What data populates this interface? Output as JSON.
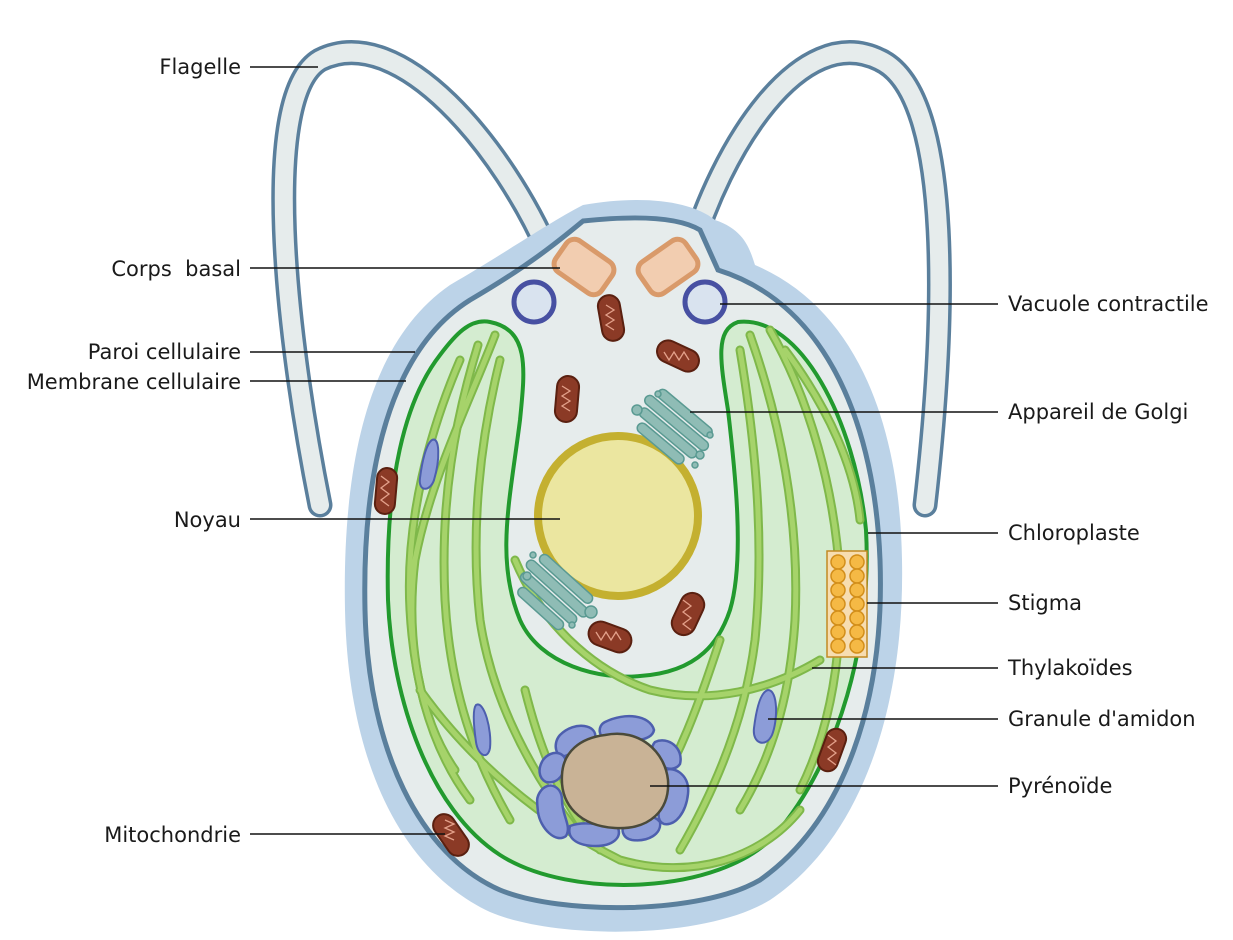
{
  "labels": {
    "flagelle": "Flagelle",
    "corps_basal": "Corps  basal",
    "paroi": "Paroi cellulaire",
    "membrane": "Membrane cellulaire",
    "noyau": "Noyau",
    "mitochondrie": "Mitochondrie",
    "vacuole": "Vacuole contractile",
    "golgi": "Appareil de Golgi",
    "chloroplaste": "Chloroplaste",
    "stigma": "Stigma",
    "thylakoides": "Thylakoïdes",
    "amidon": "Granule d'amidon",
    "pyrenoide": "Pyrénoïde"
  },
  "colors": {
    "wall": "#bcd3e8",
    "cell_outline": "#5a7f9c",
    "cytoplasm": "#e6ecec",
    "chloroplast_fill": "#d4ecd0",
    "chloroplast_outline": "#229a2e",
    "thylakoid_fill": "#a6d36a",
    "thylakoid_stroke": "#7fb84a",
    "nucleus_fill": "#ebe6a0",
    "nucleus_outline": "#c4b030",
    "mitochondria": "#8b3a26",
    "golgi": "#8fbcb5",
    "vacuole_outline": "#4750a2",
    "vacuole_fill": "#d9e3ef",
    "basal_body": "#f2cdb0",
    "starch": "#8c9cd8",
    "pyrenoid": "#c9b396",
    "stigma": "#f5b945"
  }
}
